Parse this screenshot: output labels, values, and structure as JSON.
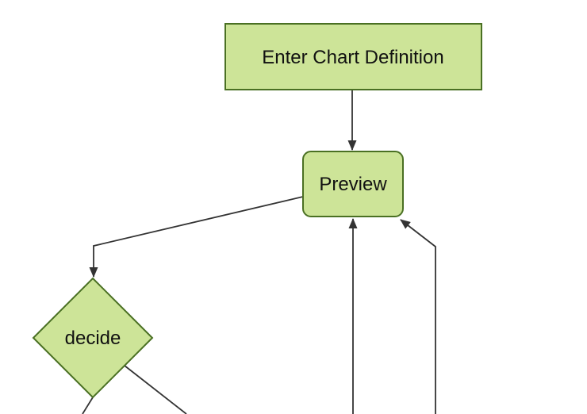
{
  "diagram": {
    "type": "flowchart",
    "direction": "top-down",
    "background_color": "#ffffff",
    "theme": {
      "node_fill": "#cde498",
      "node_border": "#4a7023",
      "edge_color": "#333333",
      "text_color": "#111111"
    },
    "nodes": [
      {
        "id": "enter-chart-definition",
        "label": "Enter Chart Definition",
        "shape": "rectangle"
      },
      {
        "id": "preview",
        "label": "Preview",
        "shape": "rounded-rectangle"
      },
      {
        "id": "decide",
        "label": "decide",
        "shape": "diamond"
      }
    ],
    "edges": [
      {
        "from": "enter-chart-definition",
        "to": "preview",
        "arrow": true
      },
      {
        "from": "preview",
        "to": "decide",
        "arrow": true
      },
      {
        "from": "offscreen-bottom-center",
        "to": "preview",
        "arrow": true
      },
      {
        "from": "offscreen-bottom-right",
        "to": "preview",
        "arrow": true
      },
      {
        "from": "decide",
        "to": "offscreen-bottom-left",
        "arrow": false
      },
      {
        "from": "decide",
        "to": "offscreen-bottom",
        "arrow": false
      }
    ]
  }
}
